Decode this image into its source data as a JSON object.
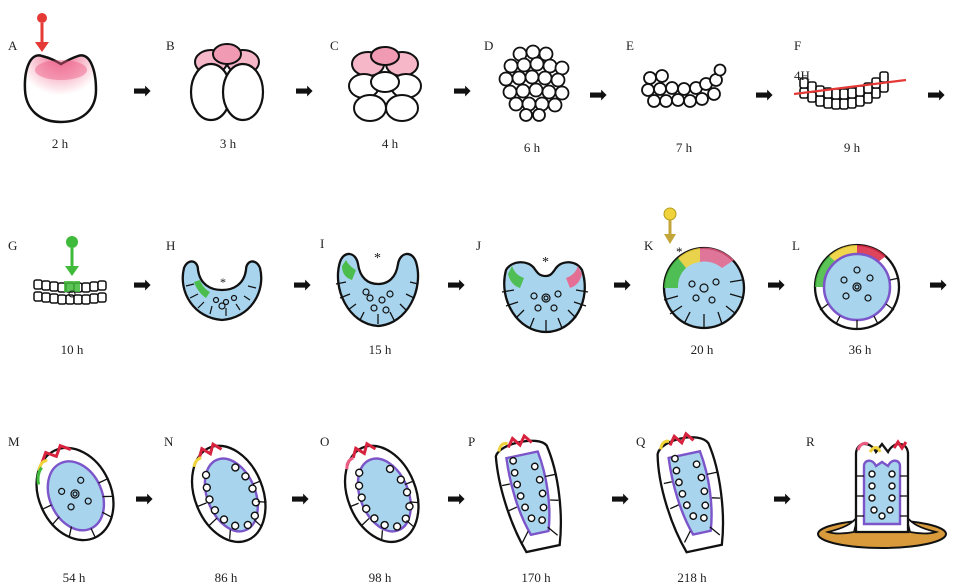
{
  "panels": [
    {
      "label": "A",
      "time": "2 h"
    },
    {
      "label": "B",
      "time": "3 h"
    },
    {
      "label": "C",
      "time": "4 h"
    },
    {
      "label": "D",
      "time": "6 h"
    },
    {
      "label": "E",
      "time": "7 h"
    },
    {
      "label": "F",
      "time": "9 h",
      "note": "4H"
    },
    {
      "label": "G",
      "time": "10 h"
    },
    {
      "label": "H",
      "time": ""
    },
    {
      "label": "I",
      "time": "15 h"
    },
    {
      "label": "J",
      "time": ""
    },
    {
      "label": "K",
      "time": "20 h"
    },
    {
      "label": "L",
      "time": "36 h"
    },
    {
      "label": "M",
      "time": "54 h"
    },
    {
      "label": "N",
      "time": "86 h"
    },
    {
      "label": "O",
      "time": "98 h"
    },
    {
      "label": "P",
      "time": "170 h"
    },
    {
      "label": "Q",
      "time": "218 h"
    },
    {
      "label": "R",
      "time": ""
    }
  ],
  "arrow_glyph": "➡",
  "colors": {
    "pink": "#ee5c84",
    "red_pointer": "#e53935",
    "green": "#3fba3a",
    "yellow": "#f0d23a",
    "blue_fill": "#a8d4ee",
    "purple": "#7b55c9",
    "red": "#d8233f",
    "disc": "#d89a3a"
  }
}
